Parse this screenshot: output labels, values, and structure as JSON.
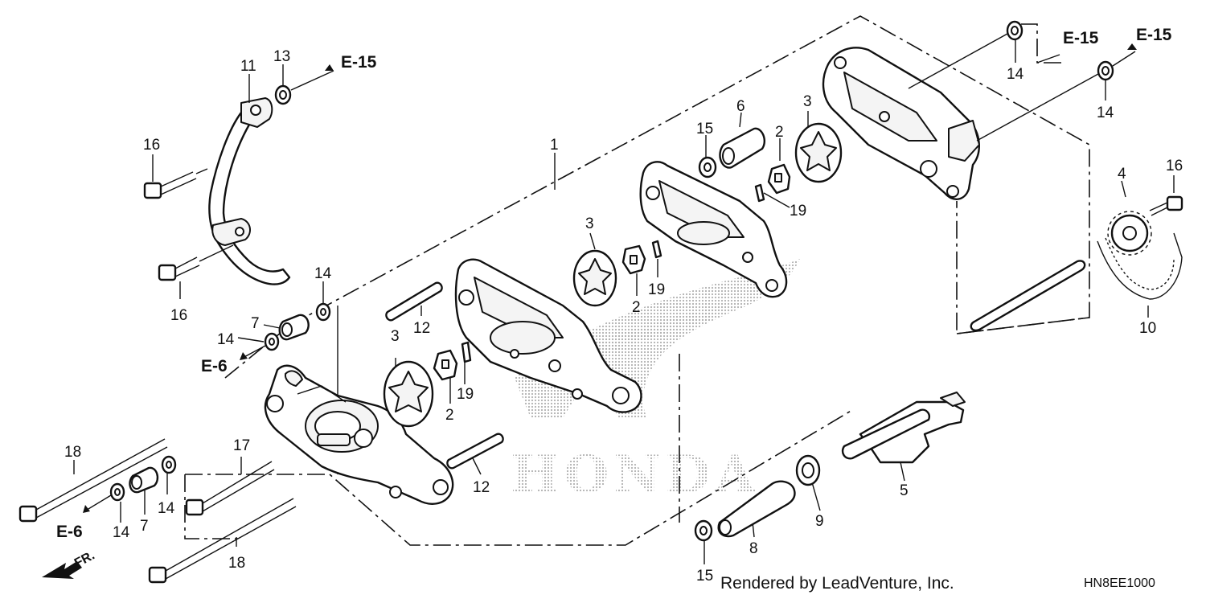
{
  "callouts": {
    "c1": "1",
    "c2a": "2",
    "c2b": "2",
    "c2c": "2",
    "c3a": "3",
    "c3b": "3",
    "c3c": "3",
    "c4": "4",
    "c5": "5",
    "c6": "6",
    "c7a": "7",
    "c7b": "7",
    "c8": "8",
    "c9": "9",
    "c10": "10",
    "c11": "11",
    "c12a": "12",
    "c12b": "12",
    "c13": "13",
    "c14a": "14",
    "c14b": "14",
    "c14c": "14",
    "c14d": "14",
    "c14e": "14",
    "c14f": "14",
    "c15a": "15",
    "c15b": "15",
    "c16a": "16",
    "c16b": "16",
    "c16c": "16",
    "c17": "17",
    "c18a": "18",
    "c18b": "18",
    "c19a": "19",
    "c19b": "19",
    "c19c": "19"
  },
  "references": {
    "e15a": "E-15",
    "e15b": "E-15",
    "e15c": "E-15",
    "e6a": "E-6",
    "e6b": "E-6"
  },
  "front_label": "FR.",
  "watermark_text": "HONDA",
  "footer": {
    "credit": "Rendered by LeadVenture, Inc.",
    "code": "HN8EE1000"
  },
  "colors": {
    "ink": "#111111",
    "background": "#ffffff",
    "watermark": "#b0b0b0"
  }
}
